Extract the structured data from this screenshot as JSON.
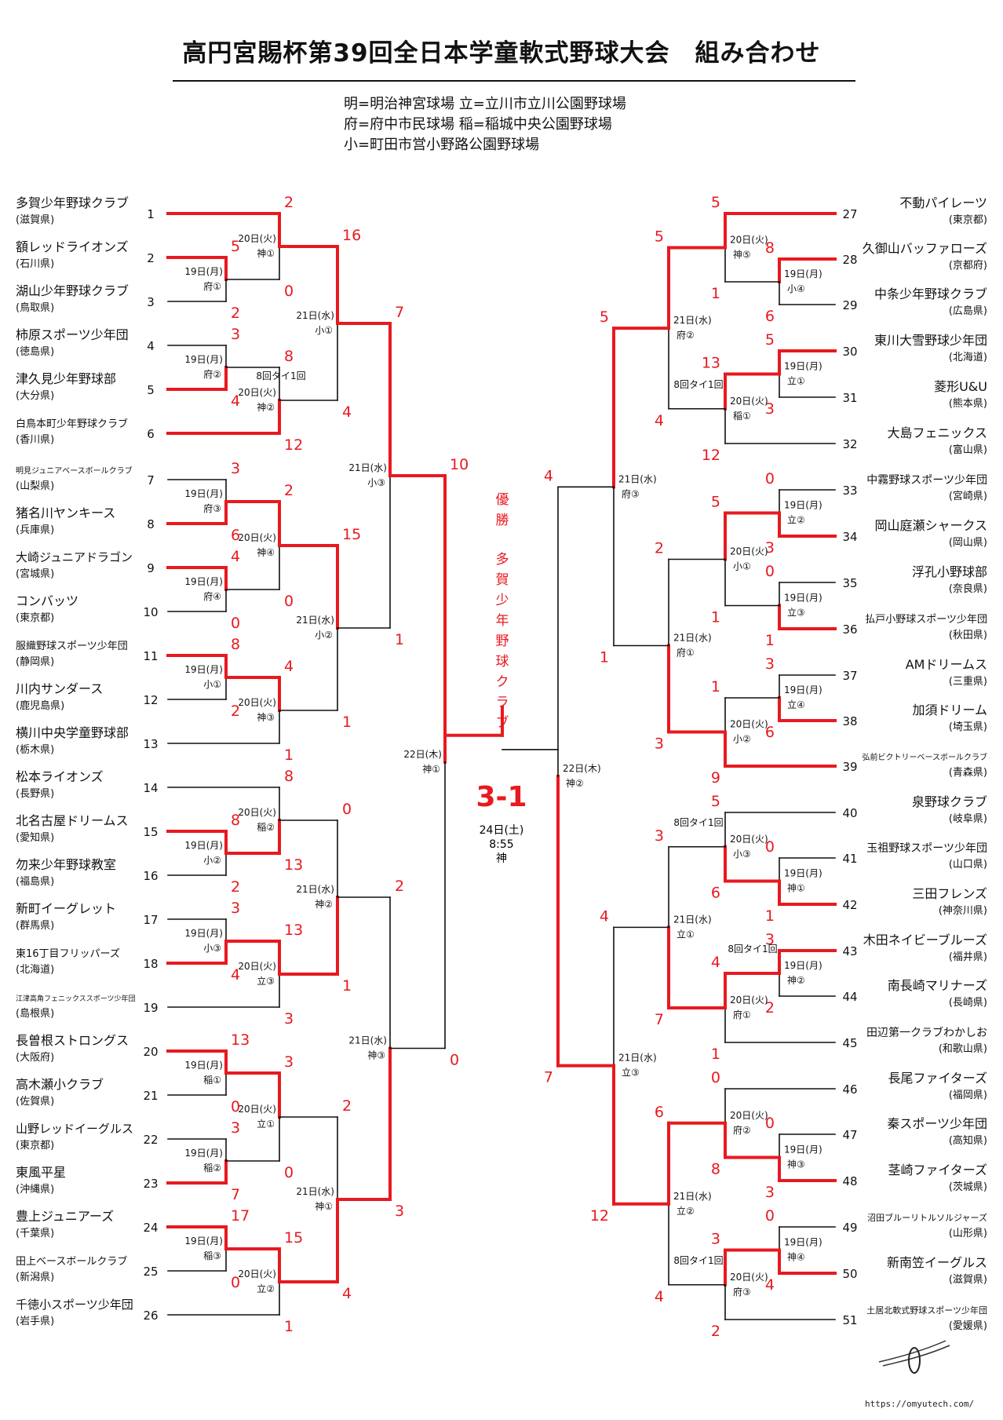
{
  "header": {
    "title": "高円宮賜杯第39回全日本学童軟式野球大会　組み合わせ",
    "legend": [
      "明=明治神宮球場 立=立川市立川公園野球場",
      "府=府中市民球場 稲=稲城中央公園野球場",
      "小=町田市営小野路公園野球場"
    ]
  },
  "colors": {
    "line": "#111111",
    "win": "#e8191f",
    "text": "#111111"
  },
  "left_teams": [
    {
      "no": "1",
      "name": "多賀少年野球クラブ",
      "pref": "(滋賀県)"
    },
    {
      "no": "2",
      "name": "額レッドライオンズ",
      "pref": "(石川県)"
    },
    {
      "no": "3",
      "name": "湖山少年野球クラブ",
      "pref": "(鳥取県)"
    },
    {
      "no": "4",
      "name": "柿原スポーツ少年団",
      "pref": "(徳島県)"
    },
    {
      "no": "5",
      "name": "津久見少年野球部",
      "pref": "(大分県)"
    },
    {
      "no": "6",
      "name": "白鳥本町少年野球クラブ",
      "pref": "(香川県)"
    },
    {
      "no": "7",
      "name": "明見ジュニアベースボールクラブ",
      "pref": "(山梨県)"
    },
    {
      "no": "8",
      "name": "猪名川ヤンキース",
      "pref": "(兵庫県)"
    },
    {
      "no": "9",
      "name": "大崎ジュニアドラゴン",
      "pref": "(宮城県)"
    },
    {
      "no": "10",
      "name": "コンバッツ",
      "pref": "(東京都)"
    },
    {
      "no": "11",
      "name": "服織野球スポーツ少年団",
      "pref": "(静岡県)"
    },
    {
      "no": "12",
      "name": "川内サンダース",
      "pref": "(鹿児島県)"
    },
    {
      "no": "13",
      "name": "横川中央学童野球部",
      "pref": "(栃木県)"
    },
    {
      "no": "14",
      "name": "松本ライオンズ",
      "pref": "(長野県)"
    },
    {
      "no": "15",
      "name": "北名古屋ドリームス",
      "pref": "(愛知県)"
    },
    {
      "no": "16",
      "name": "勿来少年野球教室",
      "pref": "(福島県)"
    },
    {
      "no": "17",
      "name": "新町イーグレット",
      "pref": "(群馬県)"
    },
    {
      "no": "18",
      "name": "東16丁目フリッパーズ",
      "pref": "(北海道)"
    },
    {
      "no": "19",
      "name": "江津高角フェニックススポーツ少年団",
      "pref": "(島根県)"
    },
    {
      "no": "20",
      "name": "長曽根ストロングス",
      "pref": "(大阪府)"
    },
    {
      "no": "21",
      "name": "高木瀬小クラブ",
      "pref": "(佐賀県)"
    },
    {
      "no": "22",
      "name": "山野レッドイーグルス",
      "pref": "(東京都)"
    },
    {
      "no": "23",
      "name": "東風平星",
      "pref": "(沖縄県)"
    },
    {
      "no": "24",
      "name": "豊上ジュニアーズ",
      "pref": "(千葉県)"
    },
    {
      "no": "25",
      "name": "田上ベースボールクラブ",
      "pref": "(新潟県)"
    },
    {
      "no": "26",
      "name": "千徳小スポーツ少年団",
      "pref": "(岩手県)"
    }
  ],
  "right_teams": [
    {
      "no": "27",
      "name": "不動パイレーツ",
      "pref": "(東京都)"
    },
    {
      "no": "28",
      "name": "久御山バッファローズ",
      "pref": "(京都府)"
    },
    {
      "no": "29",
      "name": "中条少年野球クラブ",
      "pref": "(広島県)"
    },
    {
      "no": "30",
      "name": "東川大雪野球少年団",
      "pref": "(北海道)"
    },
    {
      "no": "31",
      "name": "菱形U&U",
      "pref": "(熊本県)"
    },
    {
      "no": "32",
      "name": "大島フェニックス",
      "pref": "(富山県)"
    },
    {
      "no": "33",
      "name": "中霧野球スポーツ少年団",
      "pref": "(宮崎県)"
    },
    {
      "no": "34",
      "name": "岡山庭瀬シャークス",
      "pref": "(岡山県)"
    },
    {
      "no": "35",
      "name": "浮孔小野球部",
      "pref": "(奈良県)"
    },
    {
      "no": "36",
      "name": "払戸小野球スポーツ少年団",
      "pref": "(秋田県)"
    },
    {
      "no": "37",
      "name": "AMドリームス",
      "pref": "(三重県)"
    },
    {
      "no": "38",
      "name": "加須ドリーム",
      "pref": "(埼玉県)"
    },
    {
      "no": "39",
      "name": "弘前ビクトリーベースボールクラブ",
      "pref": "(青森県)"
    },
    {
      "no": "40",
      "name": "泉野球クラブ",
      "pref": "(岐阜県)"
    },
    {
      "no": "41",
      "name": "玉祖野球スポーツ少年団",
      "pref": "(山口県)"
    },
    {
      "no": "42",
      "name": "三田フレンズ",
      "pref": "(神奈川県)"
    },
    {
      "no": "43",
      "name": "木田ネイビーブルーズ",
      "pref": "(福井県)"
    },
    {
      "no": "44",
      "name": "南長崎マリナーズ",
      "pref": "(長崎県)"
    },
    {
      "no": "45",
      "name": "田辺第一クラブわかしお",
      "pref": "(和歌山県)"
    },
    {
      "no": "46",
      "name": "長尾ファイターズ",
      "pref": "(福岡県)"
    },
    {
      "no": "47",
      "name": "秦スポーツ少年団",
      "pref": "(高知県)"
    },
    {
      "no": "48",
      "name": "茎崎ファイターズ",
      "pref": "(茨城県)"
    },
    {
      "no": "49",
      "name": "沼田ブルーリトルソルジャーズ",
      "pref": "(山形県)"
    },
    {
      "no": "50",
      "name": "新南笠イーグルス",
      "pref": "(滋賀県)"
    },
    {
      "no": "51",
      "name": "土居北軟式野球スポーツ少年団",
      "pref": "(愛媛県)"
    }
  ],
  "left_matches": [
    {
      "id": "L1",
      "sA": "5",
      "sB": "2",
      "date": "19日(月)",
      "venue": "府①",
      "winner": "A"
    },
    {
      "id": "L2",
      "sA": "3",
      "sB": "4",
      "date": "19日(月)",
      "venue": "府②",
      "winner": "B"
    },
    {
      "id": "L3",
      "sA": "3",
      "sB": "6",
      "date": "19日(月)",
      "venue": "府③",
      "winner": "B"
    },
    {
      "id": "L4",
      "sA": "4",
      "sB": "0",
      "date": "19日(月)",
      "venue": "府④",
      "winner": "A"
    },
    {
      "id": "L5",
      "sA": "8",
      "sB": "2",
      "date": "19日(月)",
      "venue": "小①",
      "winner": "A"
    },
    {
      "id": "L6",
      "sA": "8",
      "sB": "2",
      "date": "19日(月)",
      "venue": "小②",
      "winner": "A"
    },
    {
      "id": "L7",
      "sA": "3",
      "sB": "4",
      "date": "19日(月)",
      "venue": "小③",
      "winner": "B"
    },
    {
      "id": "L8",
      "sA": "13",
      "sB": "0",
      "date": "19日(月)",
      "venue": "稲①",
      "winner": "A"
    },
    {
      "id": "L9",
      "sA": "3",
      "sB": "7",
      "date": "19日(月)",
      "venue": "稲②",
      "winner": "B"
    },
    {
      "id": "L10",
      "sA": "17",
      "sB": "0",
      "date": "19日(月)",
      "venue": "稲③",
      "winner": "A"
    },
    {
      "id": "L11",
      "sA": "2",
      "sB": "0",
      "date": "20日(火)",
      "venue": "神①",
      "winner": "A"
    },
    {
      "id": "L12",
      "sA": "8",
      "sB": "12",
      "date": "20日(火)",
      "venue": "神②",
      "winner": "B",
      "note": "8回タイ1回"
    },
    {
      "id": "L13",
      "sA": "2",
      "sB": "0",
      "date": "20日(火)",
      "venue": "神④",
      "winner": "A"
    },
    {
      "id": "L14",
      "sA": "4",
      "sB": "1",
      "date": "20日(火)",
      "venue": "神③",
      "winner": "A"
    },
    {
      "id": "L15",
      "sA": "8",
      "sB": "13",
      "date": "20日(火)",
      "venue": "稲②",
      "winner": "B"
    },
    {
      "id": "L16",
      "sA": "13",
      "sB": "3",
      "date": "20日(火)",
      "venue": "立③",
      "winner": "A"
    },
    {
      "id": "L17",
      "sA": "3",
      "sB": "0",
      "date": "20日(火)",
      "venue": "立①",
      "winner": "A"
    },
    {
      "id": "L18",
      "sA": "15",
      "sB": "1",
      "date": "20日(火)",
      "venue": "立②",
      "winner": "A"
    },
    {
      "id": "L19",
      "sA": "16",
      "sB": "4",
      "date": "21日(水)",
      "venue": "小①",
      "winner": "A"
    },
    {
      "id": "L20",
      "sA": "15",
      "sB": "1",
      "date": "21日(水)",
      "venue": "小②",
      "winner": "A"
    },
    {
      "id": "L21",
      "sA": "0",
      "sB": "1",
      "date": "21日(水)",
      "venue": "神②",
      "winner": "B"
    },
    {
      "id": "L22",
      "sA": "2",
      "sB": "4",
      "date": "21日(水)",
      "venue": "神①",
      "winner": "B"
    },
    {
      "id": "L23",
      "sA": "7",
      "sB": "1",
      "date": "21日(水)",
      "venue": "小③",
      "winner": "A"
    },
    {
      "id": "L24",
      "sA": "2",
      "sB": "3",
      "date": "21日(水)",
      "venue": "神③",
      "winner": "B"
    },
    {
      "id": "L25",
      "sA": "10",
      "sB": "0",
      "date": "22日(木)",
      "venue": "神①",
      "winner": "A"
    }
  ],
  "right_matches": [
    {
      "id": "R1",
      "sA": "8",
      "sB": "6",
      "date": "19日(月)",
      "venue": "小④",
      "winner": "A"
    },
    {
      "id": "R2",
      "sA": "5",
      "sB": "3",
      "date": "19日(月)",
      "venue": "立①",
      "winner": "A"
    },
    {
      "id": "R3",
      "sA": "0",
      "sB": "3",
      "date": "19日(月)",
      "venue": "立②",
      "winner": "B"
    },
    {
      "id": "R4",
      "sA": "0",
      "sB": "1",
      "date": "19日(月)",
      "venue": "立③",
      "winner": "B"
    },
    {
      "id": "R5",
      "sA": "3",
      "sB": "6",
      "date": "19日(月)",
      "venue": "立④",
      "winner": "B"
    },
    {
      "id": "R6",
      "sA": "0",
      "sB": "1",
      "date": "19日(月)",
      "venue": "神①",
      "winner": "B"
    },
    {
      "id": "R7",
      "sA": "3",
      "sB": "2",
      "date": "19日(月)",
      "venue": "神②",
      "winner": "A",
      "note": "8回タイ1回"
    },
    {
      "id": "R8",
      "sA": "0",
      "sB": "3",
      "date": "19日(月)",
      "venue": "神③",
      "winner": "B"
    },
    {
      "id": "R9",
      "sA": "0",
      "sB": "4",
      "date": "19日(月)",
      "venue": "神④",
      "winner": "B"
    },
    {
      "id": "R10",
      "sA": "5",
      "sB": "1",
      "date": "20日(火)",
      "venue": "神⑤",
      "winner": "A"
    },
    {
      "id": "R11",
      "sA": "13",
      "sB": "12",
      "date": "20日(火)",
      "venue": "稲①",
      "winner": "A",
      "note": "8回タイ1回"
    },
    {
      "id": "R12",
      "sA": "5",
      "sB": "1",
      "date": "20日(火)",
      "venue": "小①",
      "winner": "A"
    },
    {
      "id": "R13",
      "sA": "1",
      "sB": "9",
      "date": "20日(火)",
      "venue": "小②",
      "winner": "B"
    },
    {
      "id": "R14",
      "sA": "5",
      "sB": "6",
      "date": "20日(火)",
      "venue": "小③",
      "winner": "B",
      "note": "8回タイ1回"
    },
    {
      "id": "R15",
      "sA": "4",
      "sB": "1",
      "date": "20日(火)",
      "venue": "府①",
      "winner": "A"
    },
    {
      "id": "R16",
      "sA": "0",
      "sB": "8",
      "date": "20日(火)",
      "venue": "府②",
      "winner": "B"
    },
    {
      "id": "R17",
      "sA": "3",
      "sB": "2",
      "date": "20日(火)",
      "venue": "府③",
      "winner": "A",
      "note": "8回タイ1回"
    },
    {
      "id": "R18",
      "sA": "5",
      "sB": "4",
      "date": "21日(水)",
      "venue": "府②",
      "winner": "A"
    },
    {
      "id": "R19",
      "sA": "2",
      "sB": "3",
      "date": "21日(水)",
      "venue": "府①",
      "winner": "B"
    },
    {
      "id": "R20",
      "sA": "3",
      "sB": "7",
      "date": "21日(水)",
      "venue": "立①",
      "winner": "B"
    },
    {
      "id": "R21",
      "sA": "6",
      "sB": "4",
      "date": "21日(水)",
      "venue": "立②",
      "winner": "A"
    },
    {
      "id": "R22",
      "sA": "5",
      "sB": "1",
      "date": "21日(水)",
      "venue": "府③",
      "winner": "A"
    },
    {
      "id": "R23",
      "sA": "4",
      "sB": "12",
      "date": "21日(水)",
      "venue": "立③",
      "winner": "B"
    },
    {
      "id": "R24",
      "sA": "4",
      "sB": "7",
      "date": "22日(木)",
      "venue": "神②",
      "winner": "B"
    }
  ],
  "final": {
    "result": "3-1",
    "date": "24日(土)",
    "time": "8:55",
    "venue": "神",
    "champion_label": "優勝",
    "champion_name": "多賀少年野球クラブ"
  },
  "logo": {
    "url_text": "https://omyutech.com/"
  }
}
